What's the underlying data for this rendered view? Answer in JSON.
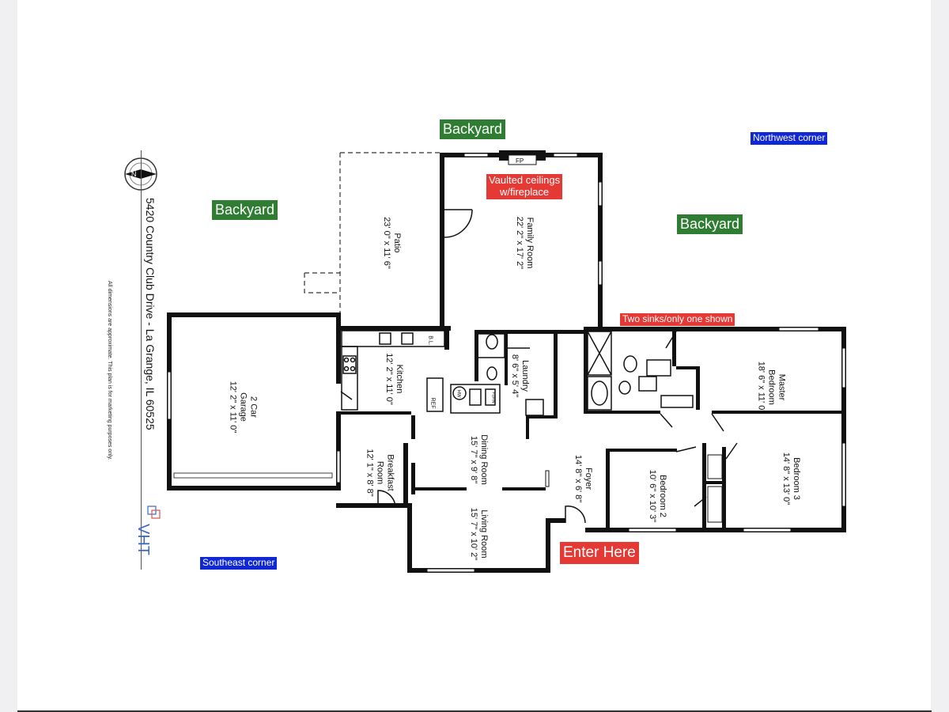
{
  "address": "5420 Country Club Drive - La Grange, IL 60525",
  "disclaimer": "All dimensions are approximate. This plan is for marketing purposes only.",
  "logo_text": "VHT",
  "annotations": {
    "backyard_top": "Backyard",
    "backyard_left": "Backyard",
    "backyard_right": "Backyard",
    "northwest_corner": "Northwest corner",
    "southeast_corner": "Southeast corner",
    "vaulted_line1": "Vaulted ceilings",
    "vaulted_line2": "w/fireplace",
    "two_sinks": "Two sinks/only one shown",
    "enter_here": "Enter Here"
  },
  "rooms": {
    "garage": {
      "name": "2 Car\nGarage",
      "dims": "12' 2\" x 11' 0\""
    },
    "patio": {
      "name": "Patio",
      "dims": "23' 0\" x 11' 6\""
    },
    "family": {
      "name": "Family Room",
      "dims": "22' 2\" x 17' 2\""
    },
    "kitchen": {
      "name": "Kitchen",
      "dims": "12' 2\" x 11' 0\""
    },
    "laundry": {
      "name": "Laundry",
      "dims": "8' 6\" x 5' 4\""
    },
    "breakfast": {
      "name": "Breakfast\nRoom",
      "dims": "12' 1\" x 8' 8\""
    },
    "dining": {
      "name": "Dining Room",
      "dims": "15' 7\" x 9' 8\""
    },
    "living": {
      "name": "Living Room",
      "dims": "15' 7\" x 10' 2\""
    },
    "foyer": {
      "name": "Foyer",
      "dims": "14' 8\" x 6' 8\""
    },
    "master": {
      "name": "Master\nBedroom",
      "dims": "18' 6\" x 11' 0\""
    },
    "bedroom2": {
      "name": "Bedroom 2",
      "dims": "10' 6\" x 10' 3\""
    },
    "bedroom3": {
      "name": "Bedroom 3",
      "dims": "14' 8\" x 13' 0\""
    }
  },
  "fixtures": {
    "fp": "FP",
    "bl": "B.L.",
    "ref": "REF",
    "hw": "HW",
    "furn": "FURN"
  }
}
